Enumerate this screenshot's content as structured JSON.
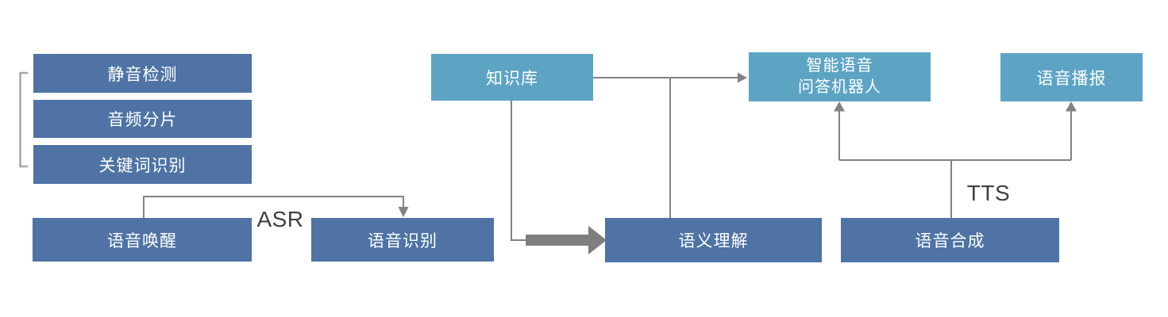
{
  "diagram": {
    "colors": {
      "box-dark": "#4e73a4",
      "box-light": "#5da4c4",
      "line": "#828282",
      "thick-arrow": "#7f7f7f",
      "bracket": "#a6a6a6",
      "box-text": "#ffffff",
      "label-text": "#3f3f3f",
      "background": "#ffffff"
    },
    "nodes": {
      "silence_detection": {
        "label": "静音检测"
      },
      "audio_segmentation": {
        "label": "音频分片"
      },
      "keyword_recognition": {
        "label": "关键词识别"
      },
      "voice_wakeup": {
        "label": "语音唤醒"
      },
      "speech_recognition": {
        "label": "语音识别"
      },
      "knowledge_base": {
        "label": "知识库"
      },
      "semantic_understanding": {
        "label": "语义理解"
      },
      "speech_synthesis": {
        "label": "语音合成"
      },
      "qa_robot": {
        "label_line1": "智能语音",
        "label_line2": "问答机器人"
      },
      "voice_broadcast": {
        "label": "语音播报"
      }
    },
    "edge_labels": {
      "asr": "ASR",
      "tts": "TTS"
    }
  }
}
